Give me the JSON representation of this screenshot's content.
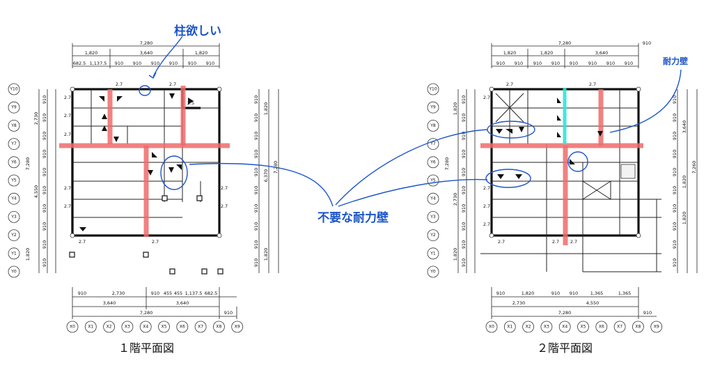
{
  "floor1": {
    "caption": "１階平面図",
    "top_total": "7,280",
    "top_row2": [
      "1,820",
      "3,640",
      "1,820"
    ],
    "top_row3": [
      "682.5",
      "1,137.5",
      "910",
      "910",
      "910",
      "910",
      "910",
      "910"
    ],
    "bottom_row1": [
      "910",
      "2,730",
      "910",
      "455",
      "455",
      "1,137.5",
      "682.5"
    ],
    "bottom_row2": [
      "3,640",
      "3,640"
    ],
    "bottom_total": "7,280",
    "bottom_right_extra": "910",
    "left_col1": [
      "910",
      "910",
      "910",
      "910",
      "910",
      "910",
      "910",
      "910",
      "910",
      "910"
    ],
    "left_col2": [
      "2,730",
      "4,550",
      "1,820"
    ],
    "left_total": "7,280",
    "right_col1": [
      "910",
      "910",
      "910",
      "910",
      "910",
      "910",
      "910",
      "910",
      "910",
      "910"
    ],
    "right_col2": [
      "1,820",
      "6,370",
      "1,820"
    ],
    "right_total": "7,280",
    "beam_labels": [
      "2.7",
      "2.7",
      "2.5",
      "2.7",
      "2.7",
      "2.7",
      "2.7",
      "2.7",
      "2.7",
      "2.7",
      "2.7",
      "2.7"
    ],
    "annotation_top": "柱欲しい"
  },
  "floor2": {
    "caption": "２階平面図",
    "top_total": "7,280",
    "top_row2": [
      "1,820",
      "1,820",
      "3,640"
    ],
    "top_row3": [
      "910",
      "910",
      "910",
      "910",
      "910",
      "910",
      "910",
      "910"
    ],
    "top_right_extra": "910",
    "bottom_row1": [
      "910",
      "1,820",
      "910",
      "910",
      "1,365",
      "1,365"
    ],
    "bottom_row2": [
      "2,730",
      "4,550"
    ],
    "bottom_total": "7,280",
    "bottom_right_extra": "910",
    "left_col1": [
      "910",
      "910",
      "910",
      "910",
      "910",
      "910",
      "910",
      "910",
      "910",
      "910"
    ],
    "left_col2": [
      "1,820",
      "2,730",
      "1,820"
    ],
    "left_total": "7,280",
    "right_col1": [
      "910",
      "910",
      "910",
      "910",
      "910",
      "910",
      "910",
      "910",
      "910",
      "910"
    ],
    "right_col2": [
      "3,640",
      "1,820",
      "1,820"
    ],
    "right_total": "7,260",
    "beam_labels": [
      "2.7",
      "2.7",
      "2.7",
      "2.7",
      "2.7",
      "2.7",
      "2.7",
      "2.7",
      "2.7"
    ],
    "annotation_right": "耐力壁"
  },
  "grid_x": [
    "X0",
    "X1",
    "X2",
    "X3",
    "X4",
    "X5",
    "X6",
    "X7",
    "X8",
    "X9"
  ],
  "grid_y": [
    "Y10",
    "Y9",
    "Y8",
    "Y7",
    "Y6",
    "Y5",
    "Y4",
    "Y3",
    "Y2",
    "Y1",
    "Y0"
  ],
  "annotation_center": "不要な耐力壁",
  "colors": {
    "highlight_red": "#ef6b6b",
    "highlight_cyan": "#2ee6d6",
    "annotation_blue": "#1c55c9"
  }
}
